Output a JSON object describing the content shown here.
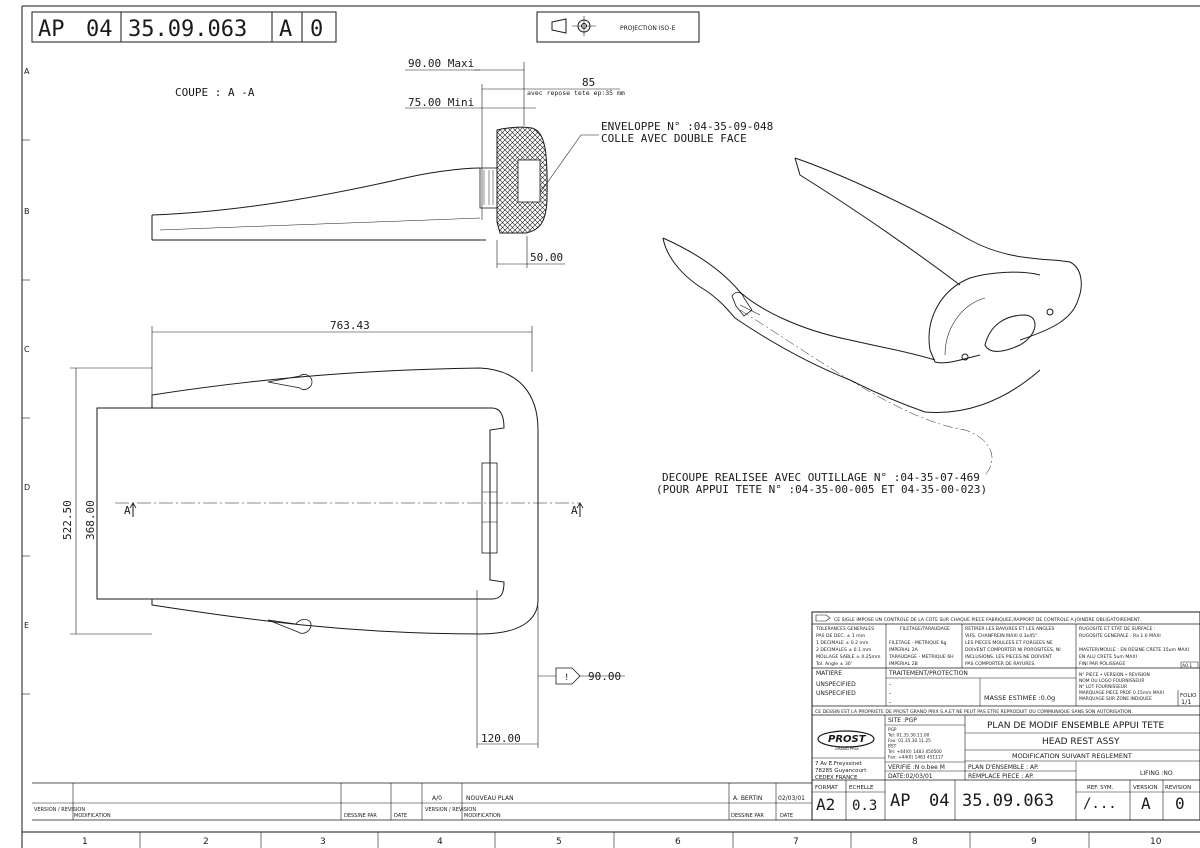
{
  "header": {
    "prefix": "AP",
    "group": "04",
    "drawing_number": "35.09.063",
    "index": "A",
    "sheet": "0",
    "projection_label": "PROJECTION ISO-E"
  },
  "grid": {
    "columns": [
      "1",
      "2",
      "3",
      "4",
      "5",
      "6",
      "7",
      "8",
      "9",
      "10"
    ],
    "rows": [
      "A",
      "B",
      "C",
      "D",
      "E"
    ]
  },
  "section_view": {
    "label": "COUPE : A -A",
    "dim_max": "90.00 Maxi",
    "dim_min": "75.00 Mini",
    "dim_85": "85",
    "dim_85_note": "avec repose tete ep:35 mm",
    "dim_50": "50.00",
    "callout_line1": "ENVELOPPE N° :04-35-09-048",
    "callout_line2": "COLLE AVEC DOUBLE FACE"
  },
  "plan_view": {
    "dim_width": "763.43",
    "dim_height": "522.50",
    "dim_inner": "368.00",
    "section_mark_left": "A",
    "section_mark_right": "A",
    "dim_120": "120.00",
    "dim_90": "90.00",
    "flag_mark": "!"
  },
  "iso_view": {
    "note_line1": "DECOUPE REALISEE AVEC OUTILLAGE N° :04-35-07-469",
    "note_line2": "(POUR APPUI TETE N° :04-35-00-005 ET 04-35-00-023)"
  },
  "title_block": {
    "general_note": "CE SIGLE IMPOSE UN CONTROLE DE LA COTE SUR CHAQUE PIECE FABRIQUEE,RAPPORT DE CONTROLE A JOINDRE OBLIGATOIREMENT.",
    "tolerances_title": "TOLERANCES GENERALES",
    "tolerances": [
      "PAS DE DEC. ± 1 mm",
      "1 DECIMALE ± 0.2 mm",
      "2 DECIMALES ± 0.1 mm",
      "MOLLAGE SABLE ± 0.25mm",
      "Tol. Angle ± 30'"
    ],
    "threading_title": "FILETAGE/TARAUDAGE",
    "threading": [
      "FILETAGE - METRIQUE 6g",
      "IMPERIAL 2A",
      "TARAUDAGE - METRIQUE 6H",
      "IMPERIAL 2B"
    ],
    "burrs_note": [
      "RETIRER LES BAVURES ET LES ANGLES",
      "VIFS. CHANFREIN MAXI 0.3x45°.",
      "LES PIECES MOULEES ET FORGEES NE",
      "DOIVENT COMPORTER NI POROSITEES, NI",
      "INCLUSIONS. LES PIECES NE DOIVENT",
      "PAS COMPORTER DE RAYURES."
    ],
    "surface_note": [
      "RUGOSITE ET ETAT DE SURFACE :",
      "RUGOSITE GENERALE : Ra 1.6 MAXI",
      "",
      "MASTER/MOULE : EN RESINE CRETE 15um MAXI",
      "EN ALU CRETE 5um MAXI",
      "FINI PAR POLISSAGE"
    ],
    "polish_grade": "A0.1",
    "material_title": "MATIERE",
    "material": [
      "UNSPECIFIED",
      "UNSPECIFIED"
    ],
    "treatment_title": "TRAITEMENT/PROTECTION",
    "treatment": [
      "-",
      "-",
      "-"
    ],
    "mass_label": "MASSE ESTIMEE :0.0g",
    "part_info": [
      "N° PIECE • VERSION • REVISION",
      "NOM OU LOGO FOURNISSEUR",
      "N° LOT FOURNISSEUR",
      "MARQUAGE PIECE PROF 0.15mm MAXI",
      "MARQUAGE SUR ZONE INDIQUEE"
    ],
    "folio_label": "FOLIO",
    "folio": "1/1",
    "property_note": "CE DESSIN EST LA PROPRIETE DE PROST GRAND PRIX S.A.ET NE PEUT PAS ETRE REPRODUIT OU COMMUNIQUE SANS SON AUTORISATION.",
    "site": "SITE :PGP",
    "contact": [
      "PGP",
      "Tel: 01.35.30.11.00",
      "Fax: 01.35.30.11.25",
      "BST",
      "Tel: +44(0) 1483 450500",
      "Fax: +44(0) 1483 451117"
    ],
    "logo_text": "PROST",
    "logo_sub": "GRAND PRIX",
    "address": [
      "7 Av E.Freyssinet",
      "78285 Guyancourt",
      "CEDEX FRANCE"
    ],
    "verifie": "VERIFIE :N o.bee M",
    "date": "DATE:02/03/01",
    "title_fr": "PLAN DE MODIF ENSEMBLE APPUI TETE",
    "title_en": "HEAD REST ASSY",
    "subtitle": "MODIFICATION SUIVANT REGLEMENT",
    "plan_ensemble": "PLAN D'ENSEMBLE : AP.",
    "remplace": "REMPLACE PIECE : AP.",
    "lifing": "LIFING :NO",
    "format_label": "FORMAT",
    "format": "A2",
    "scale_label": "ECHELLE",
    "scale": "0.3",
    "ref_label": "REF. SYM.",
    "ref_value": "/...",
    "version_label": "VERSION",
    "revision_label": "REVISION",
    "version": "A",
    "revision": "0"
  },
  "revision_table": {
    "version_col": "VERSION / REVISION",
    "modification_col": "MODIFICATION",
    "dessine_col": "DESSINE PAR",
    "date_col": "DATE",
    "entry_version": "A/0",
    "entry_modification": "NOUVEAU PLAN",
    "entry_author": "A. BERTIN",
    "entry_date": "02/03/01"
  }
}
